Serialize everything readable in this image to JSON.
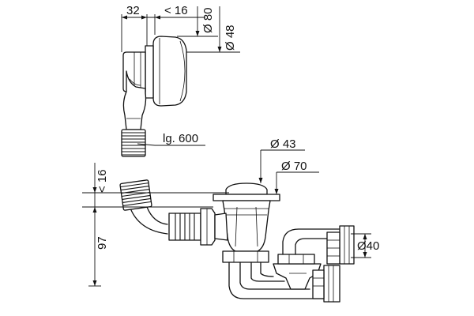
{
  "dimensions": {
    "overflow_depth": "32",
    "overflow_offset": "< 16",
    "rosette_diameter": "Ø 80",
    "overflow_diameter": "Ø 48",
    "hose_length": "lg. 600",
    "plug_diameter": "Ø 43",
    "flange_diameter": "Ø 70",
    "waste_offset": "< 16",
    "waste_height": "97",
    "outlet_diameter": "Ø40"
  }
}
